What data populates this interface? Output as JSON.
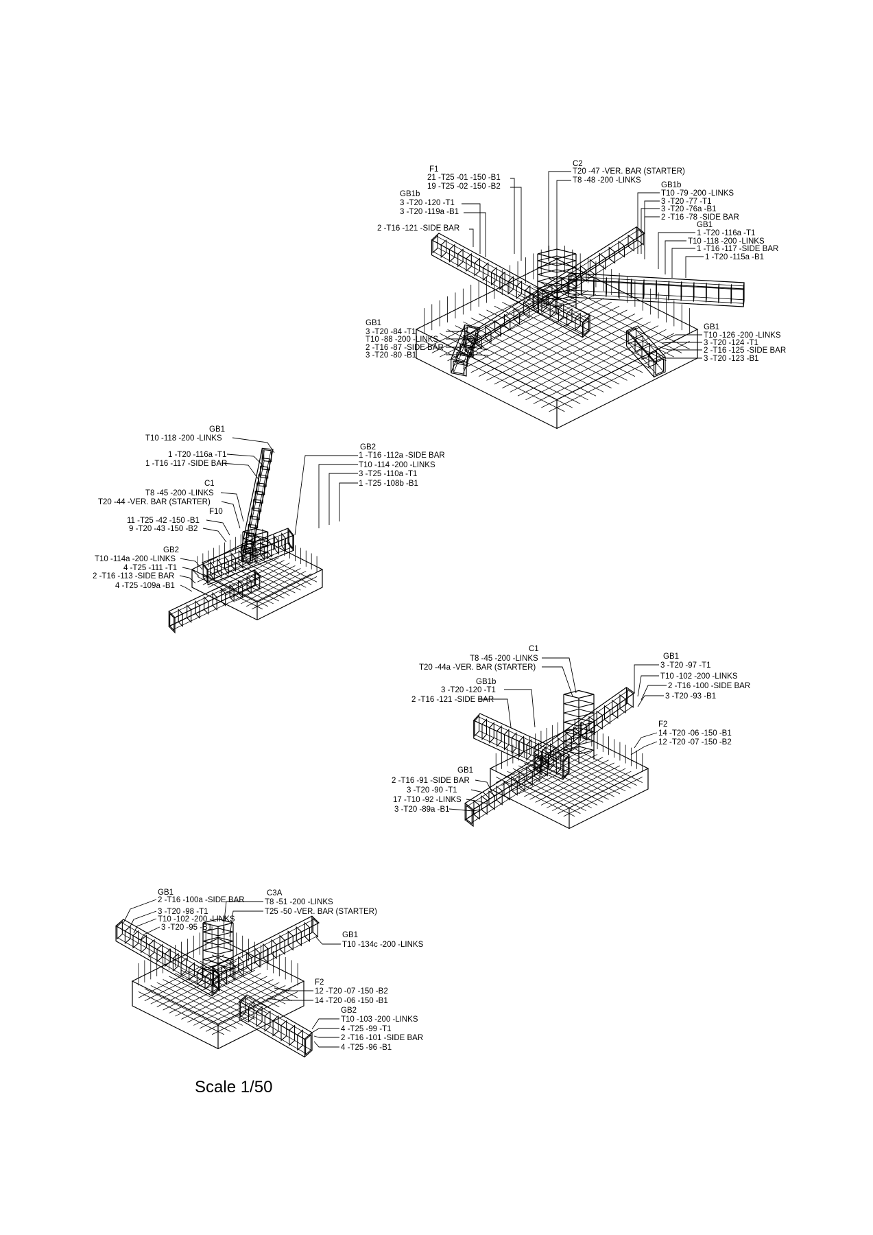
{
  "sheet": {
    "scale_text": "Scale 1/50"
  },
  "detail1": {
    "labels": [
      "F1",
      "21 -T25 -01 -150 -B1",
      "19 -T25 -02 -150 -B2",
      "GB1b",
      "3 -T20 -120 -T1",
      "3 -T20 -119a -B1",
      "2 -T16 -121 -SIDE BAR",
      "C2",
      "T20 -47 -VER. BAR (STARTER)",
      "T8 -48 -200 -LINKS",
      "GB1b",
      "T10 -79 -200 -LINKS",
      "3 -T20 -77 -T1",
      "3 -T20 -76a -B1",
      "2 -T16 -78 -SIDE BAR",
      "GB1",
      "1 -T20 -116a -T1",
      "T10 -118 -200 -LINKS",
      "1 -T16 -117 -SIDE BAR",
      "1 -T20 -115a -B1",
      "GB1",
      "3 -T20 -84 -T1",
      "T10 -88 -200 -LINKS",
      "2 -T16 -87 -SIDE BAR",
      "3 -T20 -80 -B1",
      "GB1",
      "T10 -126 -200 -LINKS",
      "3 -T20 -124 -T1",
      "2 -T16 -125 -SIDE BAR",
      "3 -T20 -123 -B1"
    ]
  },
  "detail2": {
    "labels": [
      "GB1",
      "T10 -118 -200 -LINKS",
      "1 -T20 -116a -T1",
      "1 -T16 -117 -SIDE BAR",
      "C1",
      "T8 -45 -200 -LINKS",
      "T20 -44 -VER. BAR (STARTER)",
      "F10",
      "11 -T25 -42 -150 -B1",
      "9 -T20 -43 -150 -B2",
      "GB2",
      "T10 -114a -200 -LINKS",
      "4 -T25 -111 -T1",
      "2 -T16 -113 -SIDE BAR",
      "4 -T25 -109a -B1",
      "GB2",
      "1 -T16 -112a -SIDE BAR",
      "T10 -114 -200 -LINKS",
      "3 -T25 -110a -T1",
      "1 -T25 -108b -B1"
    ]
  },
  "detail3": {
    "labels": [
      "C1",
      "T8 -45 -200 -LINKS",
      "T20 -44a -VER. BAR (STARTER)",
      "GB1b",
      "3 -T20 -120 -T1",
      "2 -T16 -121 -SIDE BAR",
      "GB1",
      "3 -T20 -97 -T1",
      "T10 -102 -200 -LINKS",
      "2 -T16 -100 -SIDE BAR",
      "3 -T20 -93 -B1",
      "F2",
      "14 -T20 -06 -150 -B1",
      "12 -T20 -07 -150 -B2",
      "GB1",
      "2 -T16 -91 -SIDE BAR",
      "3 -T20 -90 -T1",
      "17 -T10 -92 -LINKS",
      "3 -T20 -89a -B1"
    ]
  },
  "detail4": {
    "labels": [
      "GB1",
      "2 -T16 -100a -SIDE BAR",
      "3 -T20 -98 -T1",
      "T10 -102 -200 -LINKS",
      "3 -T20 -95 -B1",
      "C3A",
      "T8 -51 -200 -LINKS",
      "T25 -50 -VER. BAR (STARTER)",
      "GB1",
      "T10 -134c -200 -LINKS",
      "F2",
      "12 -T20 -07 -150 -B2",
      "14 -T20 -06 -150 -B1",
      "GB2",
      "T10 -103 -200 -LINKS",
      "4 -T25 -99 -T1",
      "2 -T16 -101 -SIDE BAR",
      "4 -T25 -96 -B1"
    ]
  }
}
